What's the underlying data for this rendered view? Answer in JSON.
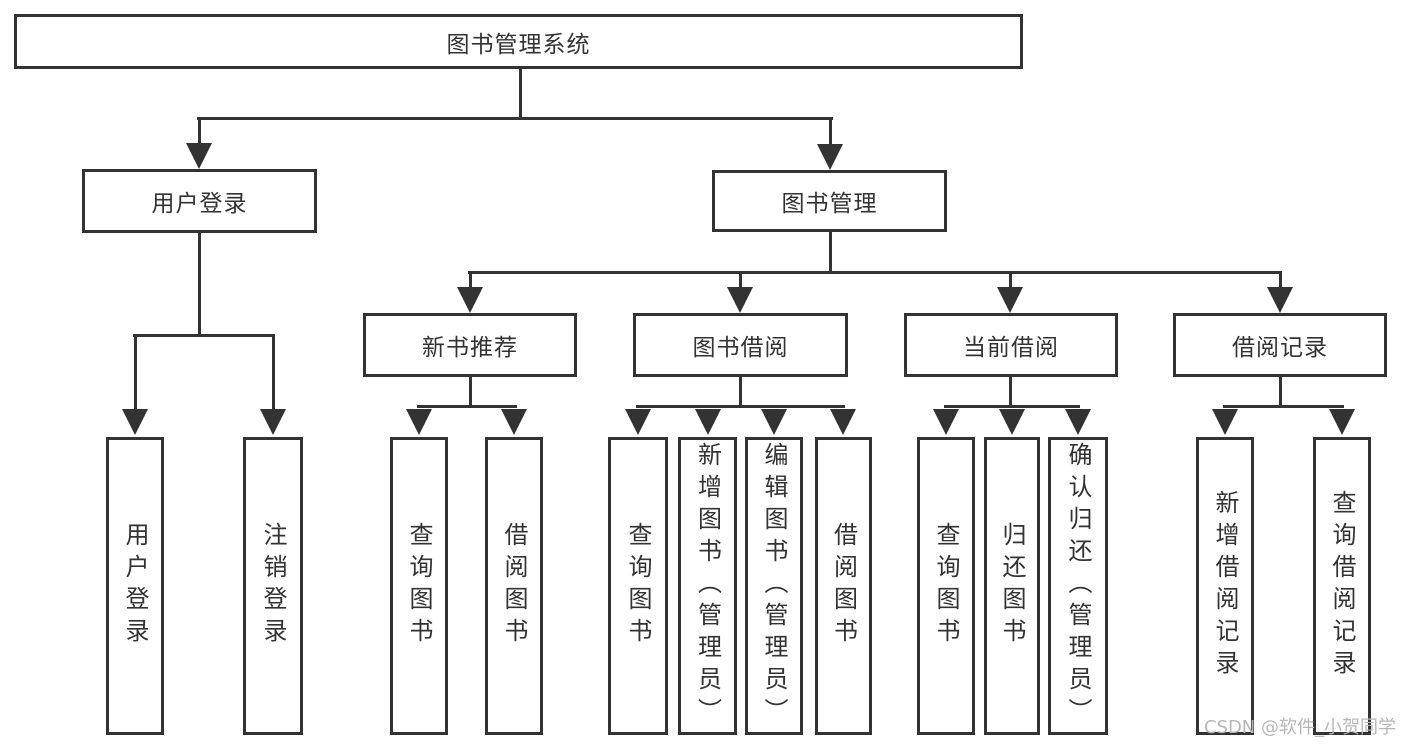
{
  "page": {
    "watermark": "CSDN @软件_小贺同学"
  },
  "colors": {
    "line": "#333333",
    "text": "#333333",
    "background": "#ffffff",
    "watermark": "#b7b7b7"
  },
  "tree": {
    "root": {
      "label": "图书管理系统"
    },
    "user_login": {
      "label": "用户登录",
      "children": [
        {
          "label": "用户登录"
        },
        {
          "label": "注销登录"
        }
      ]
    },
    "book_management": {
      "label": "图书管理",
      "children": [
        {
          "label": "新书推荐",
          "children": [
            {
              "label": "查询图书"
            },
            {
              "label": "借阅图书"
            }
          ]
        },
        {
          "label": "图书借阅",
          "children": [
            {
              "label": "查询图书"
            },
            {
              "label": "新增图书（管理员）"
            },
            {
              "label": "编辑图书（管理员）"
            },
            {
              "label": "借阅图书"
            }
          ]
        },
        {
          "label": "当前借阅",
          "children": [
            {
              "label": "查询图书"
            },
            {
              "label": "归还图书"
            },
            {
              "label": "确认归还（管理员）"
            }
          ]
        },
        {
          "label": "借阅记录",
          "children": [
            {
              "label": "新增借阅记录"
            },
            {
              "label": "查询借阅记录"
            }
          ]
        }
      ]
    }
  }
}
